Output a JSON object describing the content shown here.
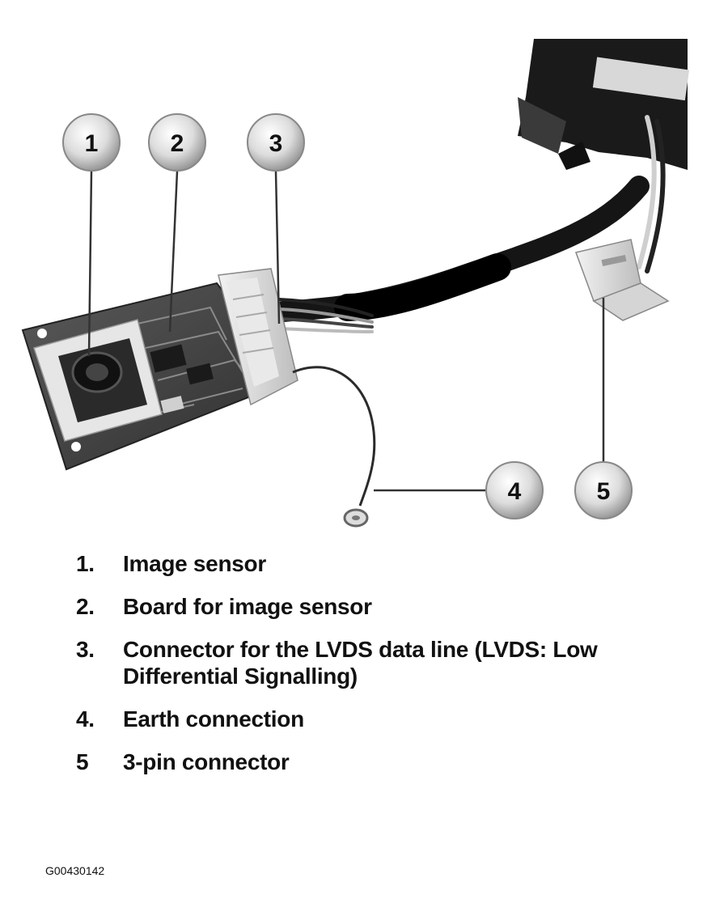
{
  "callouts": [
    {
      "number": "1"
    },
    {
      "number": "2"
    },
    {
      "number": "3"
    },
    {
      "number": "4"
    },
    {
      "number": "5"
    }
  ],
  "legend": [
    {
      "number": "1.",
      "text": "Image sensor"
    },
    {
      "number": "2.",
      "text": "Board for image sensor"
    },
    {
      "number": "3.",
      "text": "Connector for the LVDS data line (LVDS: Low Differential Signalling)"
    },
    {
      "number": "4.",
      "text": "Earth connection"
    },
    {
      "number": "5",
      "text": "3-pin connector"
    }
  ],
  "figure_id": "G00430142"
}
